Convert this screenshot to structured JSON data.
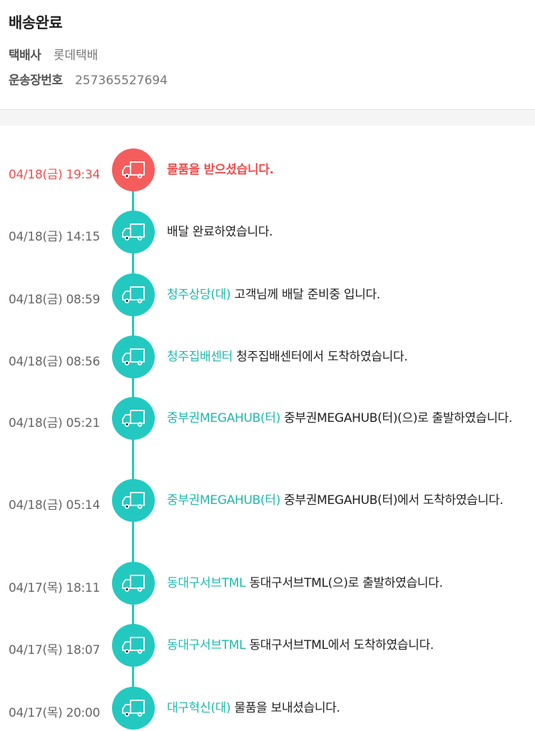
{
  "header": {
    "status": "배송완료",
    "courier_label": "택배사",
    "courier_value": "롯데택배",
    "tracking_label": "운송장번호",
    "tracking_value": "257365527694"
  },
  "colors": {
    "accent": "#23c9c0",
    "active": "#f55d5d",
    "location": "#1fb8ae"
  },
  "events": [
    {
      "time": "04/18(금) 19:34",
      "location": "",
      "message": "물품을 받으셨습니다.",
      "icon": "truck-icon",
      "active": true
    },
    {
      "time": "04/18(금) 14:15",
      "location": "",
      "message": "배달 완료하였습니다.",
      "icon": "truck-icon"
    },
    {
      "time": "04/18(금) 08:59",
      "location": "청주상당(대)",
      "message": "고객님께 배달 준비중 입니다.",
      "icon": "truck-icon"
    },
    {
      "time": "04/18(금) 08:56",
      "location": "청주집배센터",
      "message": "청주집배센터에서 도착하였습니다.",
      "icon": "truck-icon"
    },
    {
      "time": "04/18(금) 05:21",
      "location": "중부권MEGAHUB(터)",
      "message": "중부권MEGAHUB(터)(으)로 출발하였습니다.",
      "icon": "truck-icon"
    },
    {
      "time": "04/18(금) 05:14",
      "location": "중부권MEGAHUB(터)",
      "message": "중부권MEGAHUB(터)에서 도착하였습니다.",
      "icon": "truck-icon"
    },
    {
      "time": "04/17(목) 18:11",
      "location": "동대구서브TML",
      "message": "동대구서브TML(으)로 출발하였습니다.",
      "icon": "truck-icon"
    },
    {
      "time": "04/17(목) 18:07",
      "location": "동대구서브TML",
      "message": "동대구서브TML에서 도착하였습니다.",
      "icon": "truck-icon"
    },
    {
      "time": "04/17(목) 20:00",
      "location": "대구혁신(대)",
      "message": "물품을 보내셨습니다.",
      "icon": "truck-icon"
    }
  ]
}
